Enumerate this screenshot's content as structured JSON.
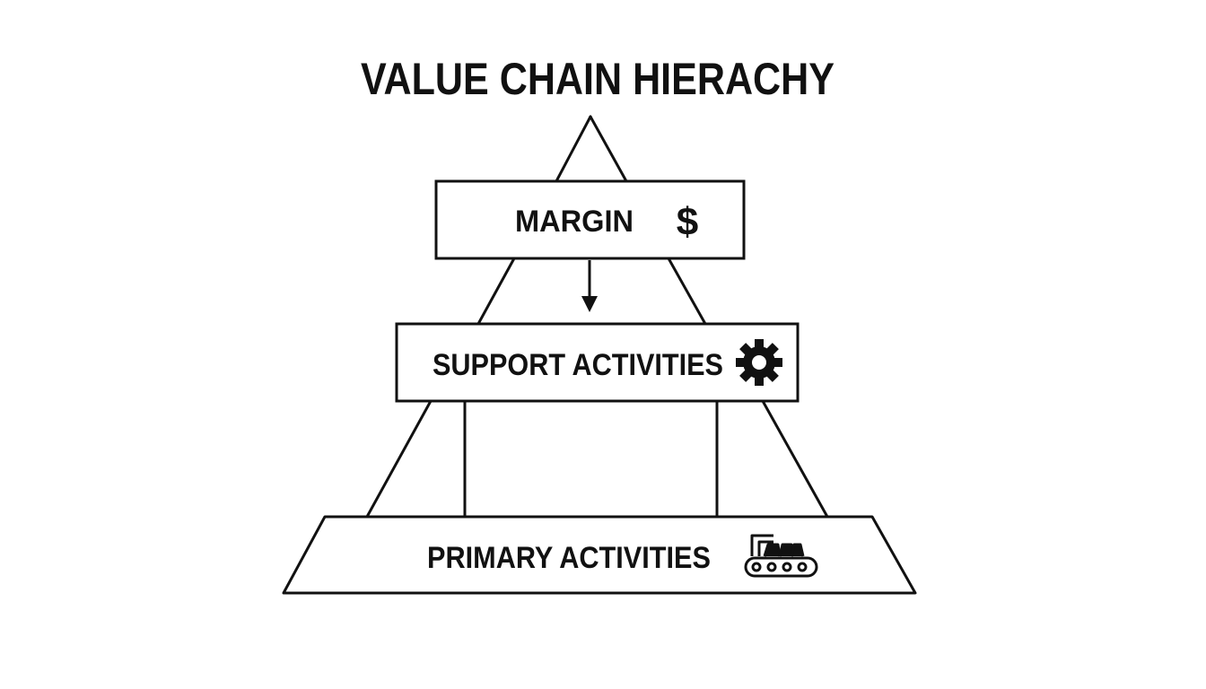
{
  "title": "VALUE CHAIN HIERACHY",
  "levels": {
    "margin": {
      "label": "MARGIN",
      "icon": "dollar-icon",
      "glyph": "$"
    },
    "support": {
      "label": "SUPPORT ACTIVITIES",
      "icon": "gear-icon"
    },
    "primary": {
      "label": "PRIMARY ACTIVITIES",
      "icon": "conveyor-machine-icon"
    }
  },
  "connectors": {
    "margin_to_support": "arrow-down"
  },
  "colors": {
    "stroke": "#111111",
    "background": "#ffffff"
  }
}
